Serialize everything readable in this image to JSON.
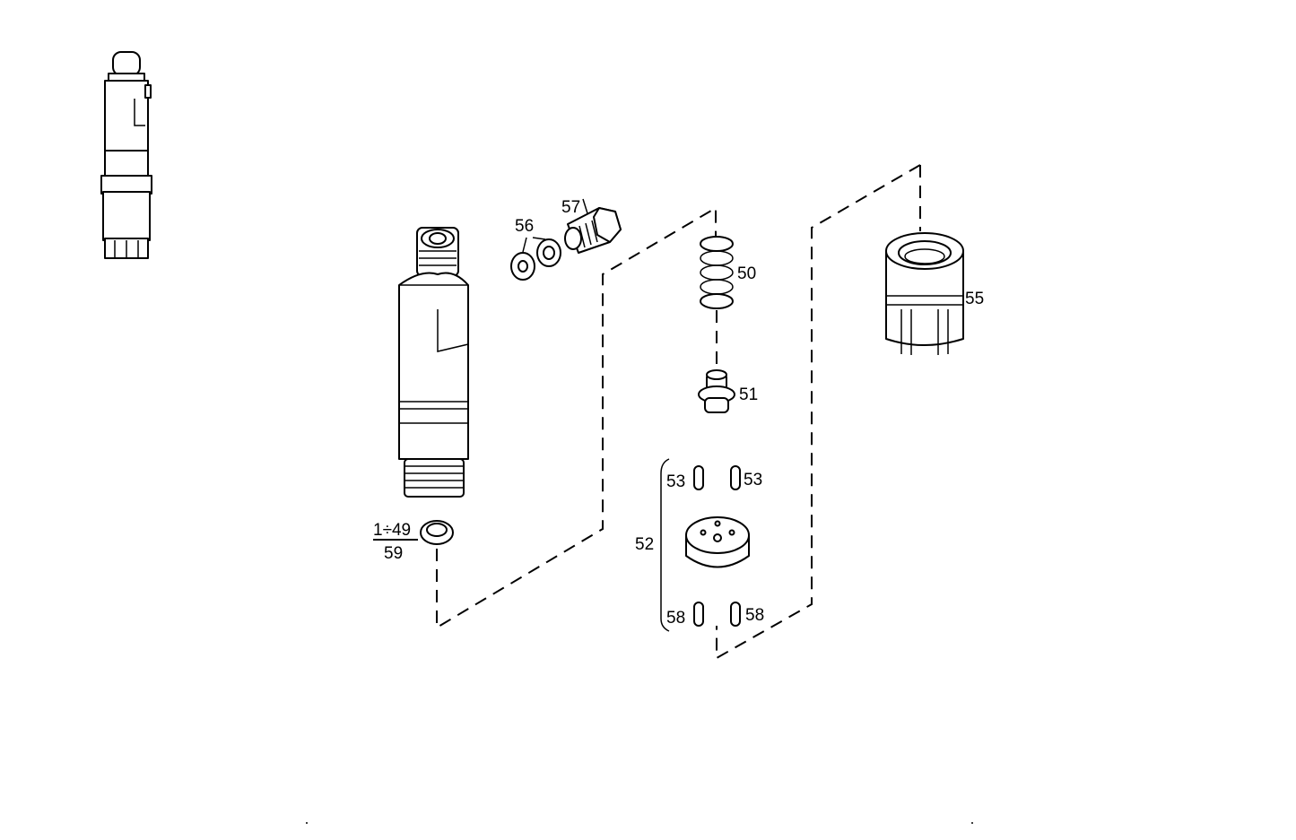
{
  "colors": {
    "background": "#ffffff",
    "ink": "#000000"
  },
  "callouts": {
    "spring": "50",
    "pin_valve": "51",
    "intermediate_disc": "52",
    "pin_upper_left": "53",
    "pin_upper_right": "53",
    "nozzle_nut": "55",
    "washer": "56",
    "banjo_bolt": "57",
    "pin_lower_left": "58",
    "pin_lower_right": "58",
    "injector_numerator": "1÷49",
    "injector_denominator": "59"
  }
}
